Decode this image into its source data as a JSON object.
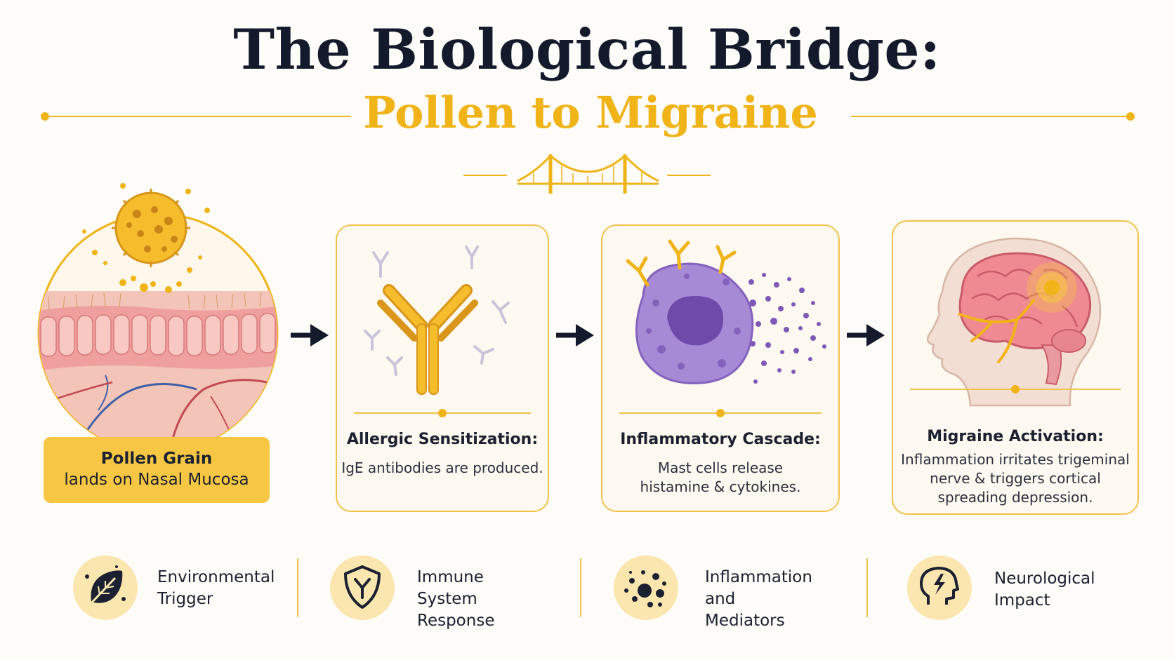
{
  "header": {
    "title": "The Biological Bridge:",
    "subtitle": "Pollen to Migraine"
  },
  "colors": {
    "navy": "#131a2b",
    "gold": "#f0b418",
    "card_border": "#f2c24b",
    "label_fill": "#f7c744",
    "icon_circle": "#fbe6b0",
    "cell_purple": "#9b7fd0",
    "tissue_pink": "#f1a9a6"
  },
  "steps": [
    {
      "label_bold": "Pollen Grain",
      "label_text": "lands on Nasal Mucosa",
      "illustration": "nasal-mucosa-pollen-illustration"
    },
    {
      "title": "Allergic Sensitization:",
      "desc": [
        "IgE antibodies are produced."
      ],
      "illustration": "ige-antibody-illustration"
    },
    {
      "title": "Inflammatory Cascade:",
      "desc": [
        "Mast cells release",
        "histamine & cytokines."
      ],
      "illustration": "mast-cell-illustration"
    },
    {
      "title": "Migraine Activation:",
      "desc": [
        "Inflammation irritates trigeminal",
        "nerve & triggers cortical",
        "spreading depression."
      ],
      "illustration": "brain-head-illustration"
    }
  ],
  "arrows": [
    "arrow-right-icon",
    "arrow-right-icon",
    "arrow-right-icon"
  ],
  "footer": [
    {
      "icon": "leaf-icon",
      "lines": [
        "Environmental",
        "Trigger"
      ]
    },
    {
      "icon": "shield-antibody-icon",
      "lines": [
        "Immune System",
        "Response"
      ]
    },
    {
      "icon": "particles-icon",
      "lines": [
        "Inflammation",
        "and Mediators"
      ]
    },
    {
      "icon": "head-lightning-icon",
      "lines": [
        "Neurological",
        "Impact"
      ]
    }
  ]
}
